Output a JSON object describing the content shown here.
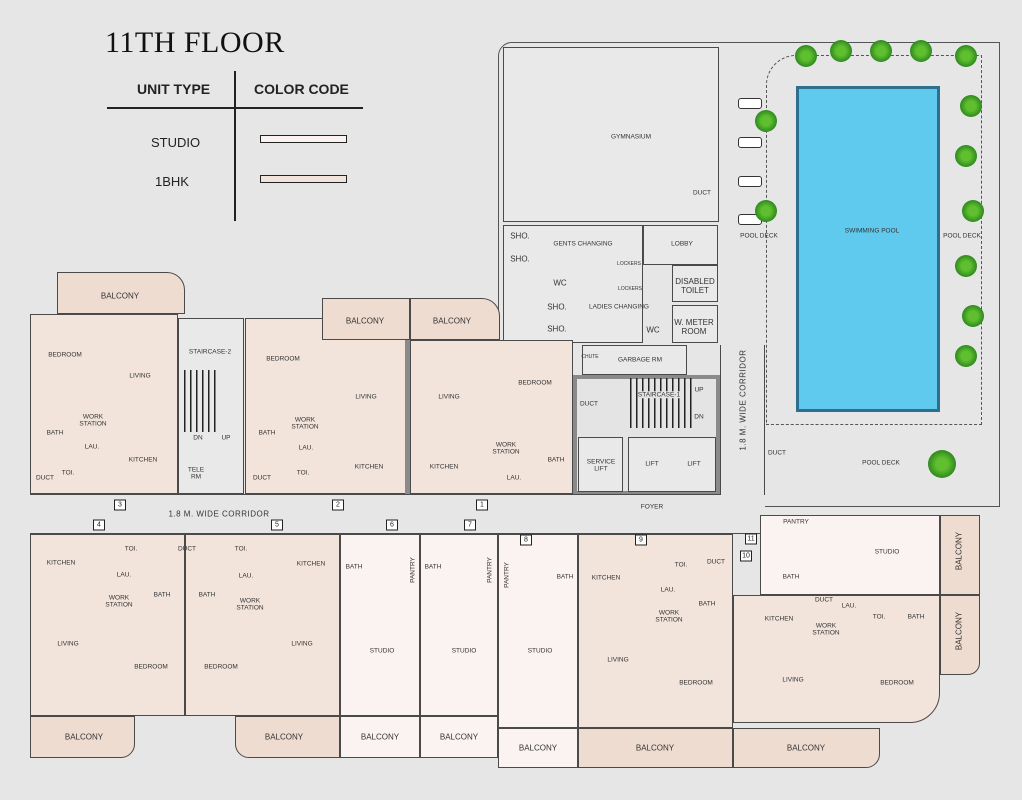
{
  "title": "11TH FLOOR",
  "legend": {
    "col1": "UNIT TYPE",
    "col2": "COLOR CODE",
    "items": [
      {
        "label": "STUDIO",
        "color": "#fbf3f1"
      },
      {
        "label": "1BHK",
        "color": "#f2e4db"
      }
    ]
  },
  "colors": {
    "background": "#e6e6e6",
    "one_bhk": "#f2e4db",
    "studio": "#fbf3f1",
    "balcony": "#efdcd0",
    "pool": "#5fcaee",
    "trees": "#3f9f2a"
  },
  "unit_numbers": [
    "1",
    "2",
    "3",
    "4",
    "5",
    "6",
    "7",
    "8",
    "9",
    "10",
    "11"
  ],
  "rooms": [
    "BALCONY",
    "BEDROOM",
    "LIVING",
    "BATH",
    "WORK\nSTATION",
    "LAU.",
    "TOI.",
    "KITCHEN",
    "DUCT",
    "STAIRCASE-2",
    "DN",
    "UP",
    "TELE\nRM",
    "DUCT",
    "BEDROOM",
    "BATH",
    "WORK\nSTATION",
    "LAU.",
    "TOI.",
    "BALCONY",
    "LIVING",
    "KITCHEN",
    "BALCONY",
    "LIVING",
    "KITCHEN",
    "BEDROOM",
    "WORK\nSTATION",
    "LAU.",
    "BATH",
    "GYMNASIUM",
    "DUCT",
    "SHO.",
    "SHO.",
    "GENTS CHANGING",
    "LOBBY",
    "WC",
    "LOCKERS",
    "LOCKERS",
    "DISABLED\nTOILET",
    "SHO.",
    "SHO.",
    "LADIES CHANGING",
    "WC",
    "W. METER\nROOM",
    "CHUTE",
    "GARBAGE RM",
    "DUCT",
    "STAIRCASE-1",
    "UP",
    "DN",
    "SERVICE\nLIFT",
    "LIFT",
    "LIFT",
    "1.8 M. WIDE CORRIDOR",
    "DUCT",
    "POOL DECK",
    "SWIMMING POOL",
    "POOL DECK",
    "POOL DECK",
    "1.8 M. WIDE CORRIDOR",
    "FOYER",
    "KITCHEN",
    "TOI.",
    "DUCT",
    "TOI.",
    "LAU.",
    "LAU.",
    "WORK\nSTATION",
    "BATH",
    "BATH",
    "WORK\nSTATION",
    "KITCHEN",
    "LIVING",
    "BEDROOM",
    "BEDROOM",
    "LIVING",
    "BATH",
    "PANTRY",
    "BATH",
    "PANTRY",
    "PANTRY",
    "BATH",
    "STUDIO",
    "STUDIO",
    "STUDIO",
    "KITCHEN",
    "TOI.",
    "DUCT",
    "LAU.",
    "WORK\nSTATION",
    "BATH",
    "LIVING",
    "BEDROOM",
    "PANTRY",
    "STUDIO",
    "BATH",
    "KITCHEN",
    "DUCT",
    "WORK\nSTATION",
    "LAU.",
    "TOI.",
    "BATH",
    "LIVING",
    "BEDROOM",
    "BALCONY",
    "BALCONY",
    "BALCONY",
    "BALCONY",
    "BALCONY",
    "BALCONY",
    "BALCONY",
    "BALCONY",
    "BALCONY"
  ]
}
